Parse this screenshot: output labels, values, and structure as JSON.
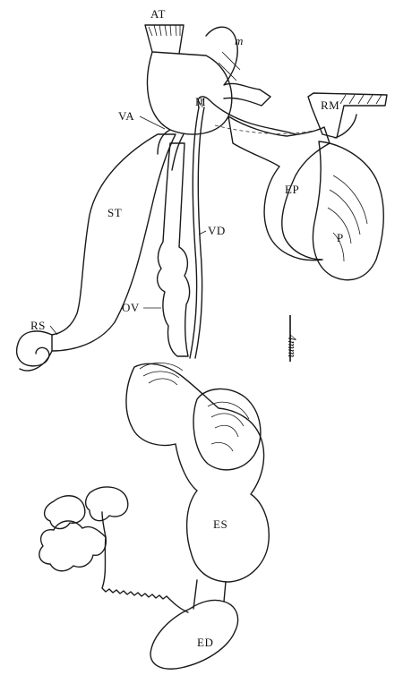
{
  "figure": {
    "labels": {
      "AT": "AT",
      "m": "m",
      "M": "M",
      "VA": "VA",
      "RM": "RM",
      "ST": "ST",
      "VD": "VD",
      "EP": "EP",
      "P": "P",
      "RS": "RS",
      "OV": "OV",
      "ES": "ES",
      "ED": "ED"
    },
    "scale_bar": "4mm"
  }
}
